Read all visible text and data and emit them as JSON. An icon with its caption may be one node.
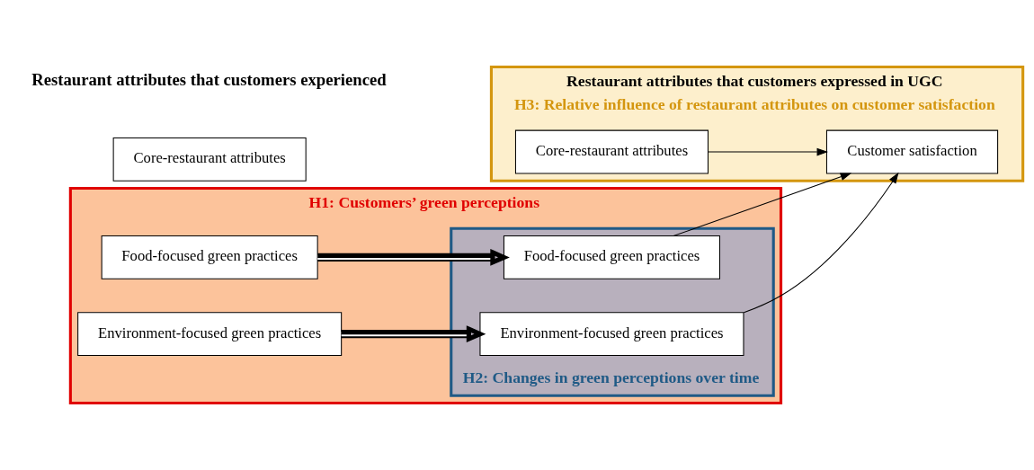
{
  "diagram": {
    "nodes": [
      {
        "text": [
          "Restaurant attributes that customers expressed in UGC",
          "H3: Relative influence of restaurant attributes on customer satisfaction"
        ]
      },
      {
        "text": [
          "H1: Customers’ green perceptions"
        ]
      },
      {
        "text": [
          "Food-focused green practices"
        ],
        "in": 1
      },
      {
        "text": [
          "Environment-focused green practices"
        ],
        "in": 1
      },
      {
        "text": [
          "H2: Changes in green perceptions over time"
        ],
        "in": 1
      },
      {
        "text": [
          "Food-focused green practices"
        ],
        "in": 4
      },
      {
        "text": [
          "Environment-focused green practices"
        ],
        "in": 4
      },
      {
        "text": [
          "Core-restaurant attributes"
        ]
      },
      {
        "text": [
          "Core-restaurant attributes"
        ],
        "in": 0
      },
      {
        "text": [
          "Customer satisfaction"
        ],
        "in": 0
      }
    ],
    "edges": [
      {
        "from": 2,
        "to": 5,
        "arrow": "to",
        "style": "thick"
      },
      {
        "from": 3,
        "to": 6,
        "arrow": "to",
        "style": "thick"
      },
      {
        "from": 5,
        "to": 9,
        "arrow": "to"
      },
      {
        "from": 6,
        "to": 9,
        "arrow": "to"
      },
      {
        "from": 8,
        "to": 9,
        "arrow": "to"
      }
    ],
    "labels": [
      "Restaurant attributes that customers experienced"
    ]
  }
}
